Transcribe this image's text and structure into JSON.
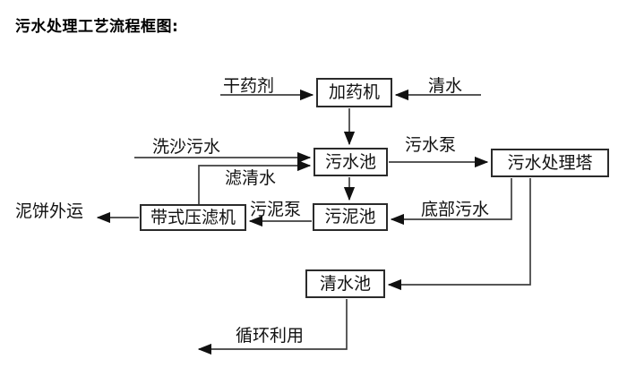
{
  "title": "污水处理工艺流程框图:",
  "diagram": {
    "nodes": [
      {
        "id": "dosing-machine",
        "label": "加药机"
      },
      {
        "id": "sewage-pool",
        "label": "污水池"
      },
      {
        "id": "sewage-treatment-tower",
        "label": "污水处理塔"
      },
      {
        "id": "sludge-pool",
        "label": "污泥池"
      },
      {
        "id": "belt-filter-press",
        "label": "带式压滤机"
      },
      {
        "id": "clean-water-pool",
        "label": "清水池"
      }
    ],
    "edge_labels": [
      {
        "text": "干药剂"
      },
      {
        "text": "清水"
      },
      {
        "text": "洗沙污水"
      },
      {
        "text": "污水泵"
      },
      {
        "text": "滤清水"
      },
      {
        "text": "污泥泵"
      },
      {
        "text": "底部污水"
      },
      {
        "text": "泥饼外运"
      },
      {
        "text": "循环利用"
      }
    ],
    "edges": [
      {
        "from": "外部",
        "to": "加药机",
        "label": "干药剂"
      },
      {
        "from": "外部",
        "to": "加药机",
        "label": "清水"
      },
      {
        "from": "加药机",
        "to": "污水池",
        "label": ""
      },
      {
        "from": "外部",
        "to": "污水池",
        "label": "洗沙污水"
      },
      {
        "from": "带式压滤机",
        "to": "污水池",
        "label": "滤清水"
      },
      {
        "from": "污水池",
        "to": "污水处理塔",
        "label": "污水泵"
      },
      {
        "from": "污水池",
        "to": "污泥池",
        "label": ""
      },
      {
        "from": "污水处理塔",
        "to": "污泥池",
        "label": "底部污水"
      },
      {
        "from": "污泥池",
        "to": "带式压滤机",
        "label": "污泥泵"
      },
      {
        "from": "带式压滤机",
        "to": "外运",
        "label": "泥饼外运"
      },
      {
        "from": "污水处理塔",
        "to": "清水池",
        "label": ""
      },
      {
        "from": "清水池",
        "to": "回用",
        "label": "循环利用"
      }
    ],
    "colors": {
      "background": "#ffffff",
      "line": "#3f3f3f",
      "arrowhead": "#111111",
      "box_border": "#2b2b2b",
      "text": "#111111"
    }
  }
}
